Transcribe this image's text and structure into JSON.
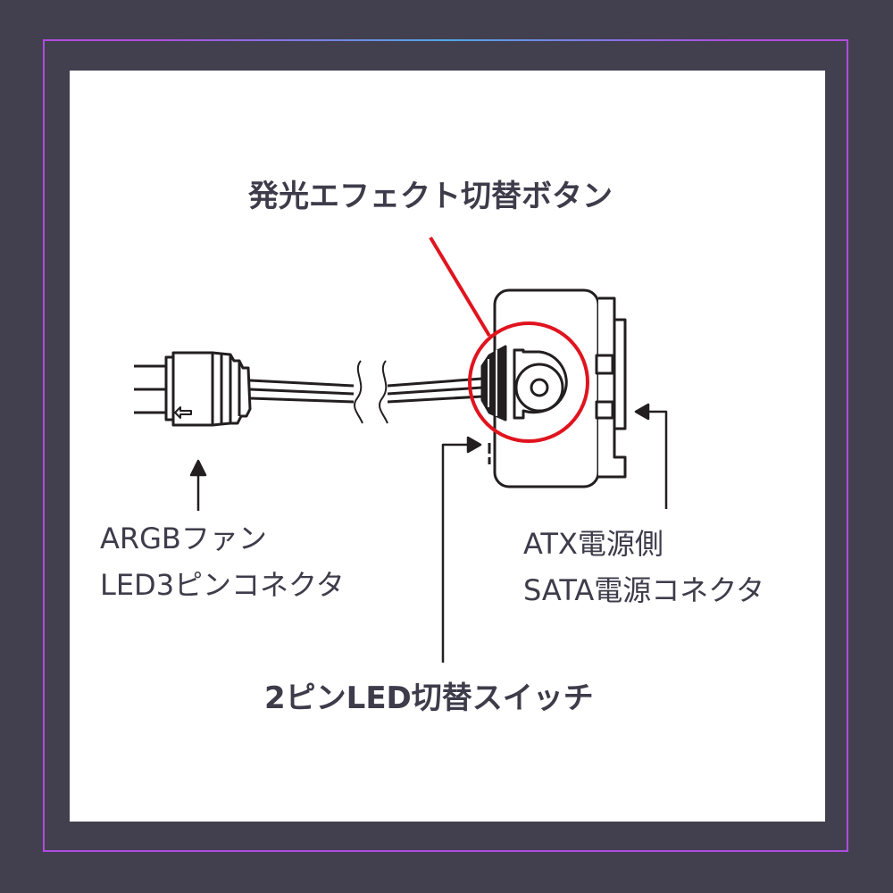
{
  "colors": {
    "background": "#42404f",
    "frame_accent": "#b04be0",
    "frame_accent_2": "#4fa8e8",
    "panel": "#ffffff",
    "line": "#231f20",
    "highlight": "#e0141e",
    "text": "#3e3c4a"
  },
  "labels": {
    "effect_button": "発光エフェクト切替ボタン",
    "argb_line1": "ARGBファン",
    "argb_line2": "LED3ピンコネクタ",
    "atx_line1": "ATX電源側",
    "atx_line2": "SATA電源コネクタ",
    "switch": "2ピンLED切替スイッチ"
  }
}
